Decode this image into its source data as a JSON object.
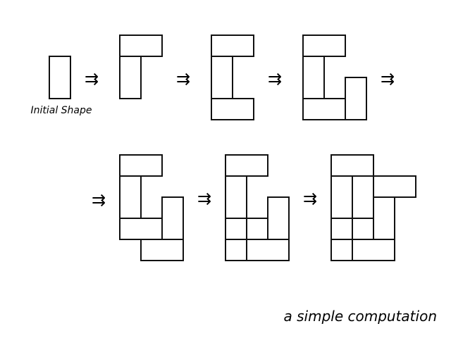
{
  "diagram": {
    "initial_label": "Initial Shape",
    "caption": "a simple computation",
    "arrow_symbol": "⇉",
    "stroke_color": "#111111",
    "step_count": 7
  }
}
